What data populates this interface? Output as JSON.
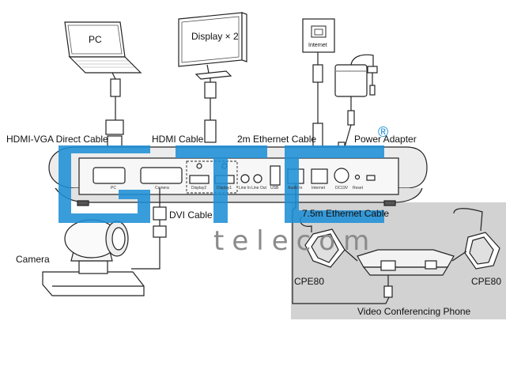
{
  "labels": {
    "pc": "PC",
    "display": "Display × 2",
    "internet": "Internet",
    "hdmi_vga": "HDMI-VGA Direct Cable",
    "hdmi_cable": "HDMI Cable",
    "ethernet_2m": "2m Ethernet Cable",
    "power_adapter": "Power Adapter",
    "dvi_cable": "DVI Cable",
    "ethernet_75m": "7.5m Ethernet Cable",
    "camera": "Camera",
    "cpe80_left": "CPE80",
    "cpe80_right": "CPE80",
    "vcp": "Video Conferencing Phone"
  },
  "ports": {
    "pc": "PC",
    "camera": "Camera",
    "display2": "Display2",
    "display1": "Display1",
    "line_in": "Line In",
    "line_out": "Line Out",
    "usb": "USB",
    "audio_in": "Audio In",
    "internet": "Internet",
    "dc": "DC19V",
    "reset": "Reset"
  },
  "watermark": {
    "logo": "GTC",
    "reg": "®",
    "sub": "telecom"
  },
  "colors": {
    "watermark_blue": "#1f8fd6",
    "phone_bg": "#d2d2d2",
    "line": "#222222"
  }
}
